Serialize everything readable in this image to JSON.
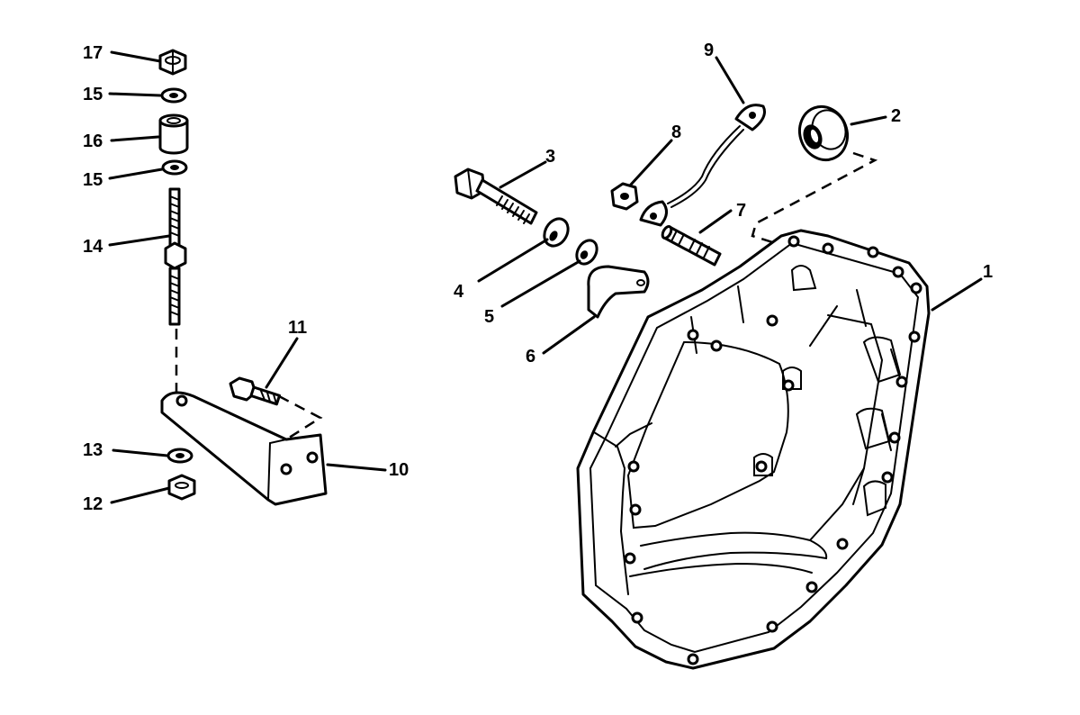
{
  "diagram": {
    "callouts": [
      {
        "id": "1",
        "label": "1"
      },
      {
        "id": "2",
        "label": "2"
      },
      {
        "id": "3",
        "label": "3"
      },
      {
        "id": "4",
        "label": "4"
      },
      {
        "id": "5",
        "label": "5"
      },
      {
        "id": "6",
        "label": "6"
      },
      {
        "id": "7",
        "label": "7"
      },
      {
        "id": "8",
        "label": "8"
      },
      {
        "id": "9",
        "label": "9"
      },
      {
        "id": "10",
        "label": "10"
      },
      {
        "id": "11",
        "label": "11"
      },
      {
        "id": "12",
        "label": "12"
      },
      {
        "id": "13",
        "label": "13"
      },
      {
        "id": "14",
        "label": "14"
      },
      {
        "id": "15a",
        "label": "15"
      },
      {
        "id": "15b",
        "label": "15"
      },
      {
        "id": "16",
        "label": "16"
      },
      {
        "id": "17",
        "label": "17"
      }
    ],
    "colors": {
      "ink": "#000000",
      "paper": "#ffffff"
    }
  }
}
